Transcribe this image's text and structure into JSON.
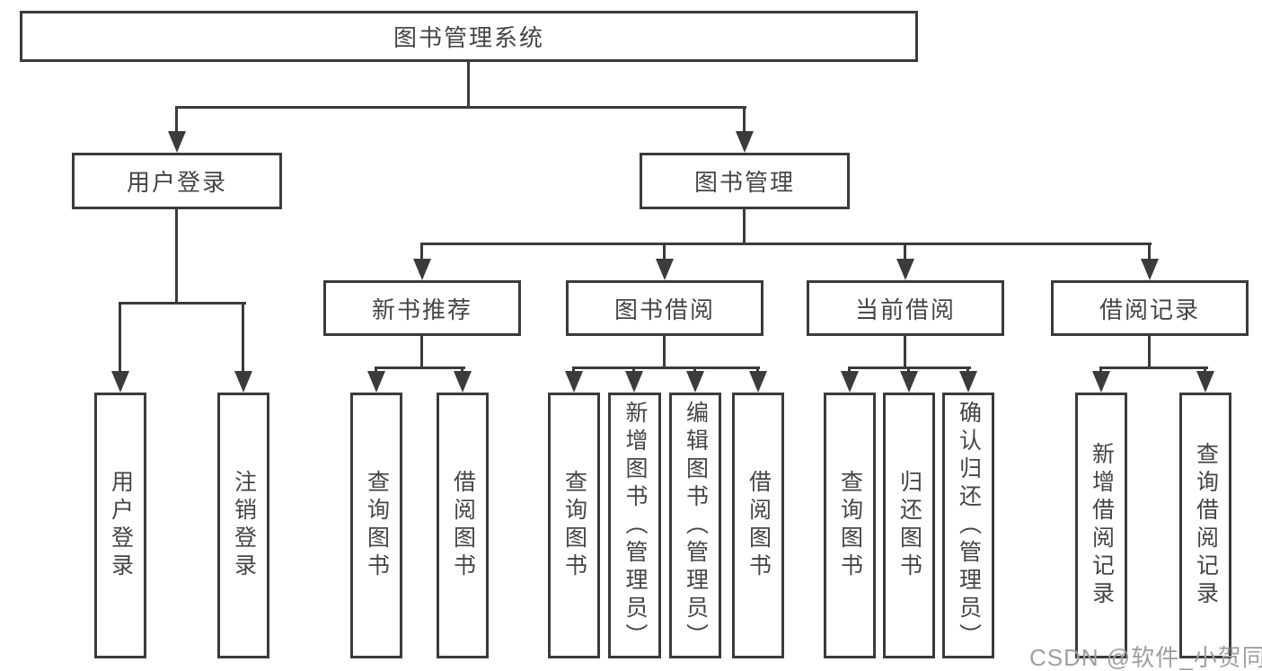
{
  "tree": {
    "root": {
      "label": "图书管理系统",
      "children": [
        {
          "label": "用户登录",
          "children": [
            {
              "label": "用户登录"
            },
            {
              "label": "注销登录"
            }
          ]
        },
        {
          "label": "图书管理",
          "children": [
            {
              "label": "新书推荐",
              "children": [
                {
                  "label": "查询图书"
                },
                {
                  "label": "借阅图书"
                }
              ]
            },
            {
              "label": "图书借阅",
              "children": [
                {
                  "label": "查询图书"
                },
                {
                  "label": "新增图书（管理员）"
                },
                {
                  "label": "编辑图书（管理员）"
                },
                {
                  "label": "借阅图书"
                }
              ]
            },
            {
              "label": "当前借阅",
              "children": [
                {
                  "label": "查询图书"
                },
                {
                  "label": "归还图书"
                },
                {
                  "label": "确认归还（管理员）"
                }
              ]
            },
            {
              "label": "借阅记录",
              "children": [
                {
                  "label": "新增借阅记录"
                },
                {
                  "label": "查询借阅记录"
                }
              ]
            }
          ]
        }
      ]
    }
  },
  "watermark": {
    "text": "CSDN @软件_小贺同学"
  },
  "colors": {
    "line": "#3b3b3b",
    "text": "#454545",
    "watermark": "#9f9f9f",
    "background": "#ffffff"
  }
}
